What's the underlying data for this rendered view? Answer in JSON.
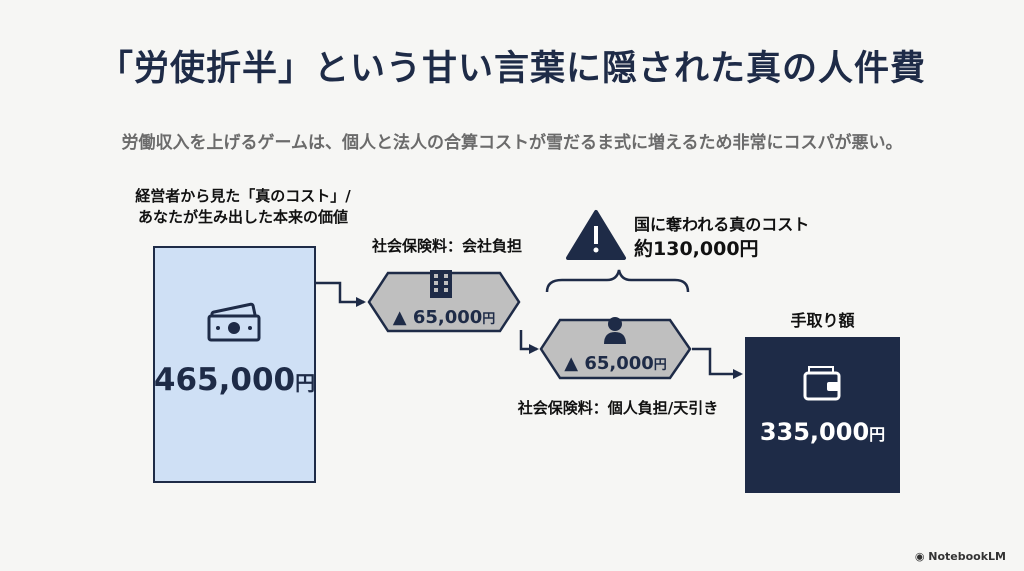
{
  "title": "「労使折半」という甘い言葉に隠された真の人件費",
  "subtitle": "労働収入を上げるゲームは、個人と法人の合算コストが雪だるま式に増えるため非常にコスパが悪い。",
  "gross": {
    "label_line1": "経営者から見た「真のコスト」/",
    "label_line2": "あなたが生み出した本来の価値",
    "amount": "465,000",
    "unit": "円",
    "icon": "cash-icon"
  },
  "employer_insurance": {
    "label": "社会保険料：会社負担",
    "amount": "▲ 65,000",
    "unit": "円",
    "icon": "building-icon"
  },
  "employee_insurance": {
    "label": "社会保険料：個人負担/天引き",
    "amount": "▲ 65,000",
    "unit": "円",
    "icon": "person-icon"
  },
  "state_take": {
    "label_line1": "国に奪われる真のコスト",
    "label_line2": "約130,000円",
    "icon": "warning-icon"
  },
  "net": {
    "label": "手取り額",
    "amount": "335,000",
    "unit": "円",
    "icon": "wallet-icon"
  },
  "footer": "NotebookLM",
  "colors": {
    "navy": "#1e2b47",
    "light_blue": "#cfe0f5",
    "gray_hex": "#bfbfbf",
    "background": "#f6f6f4"
  }
}
